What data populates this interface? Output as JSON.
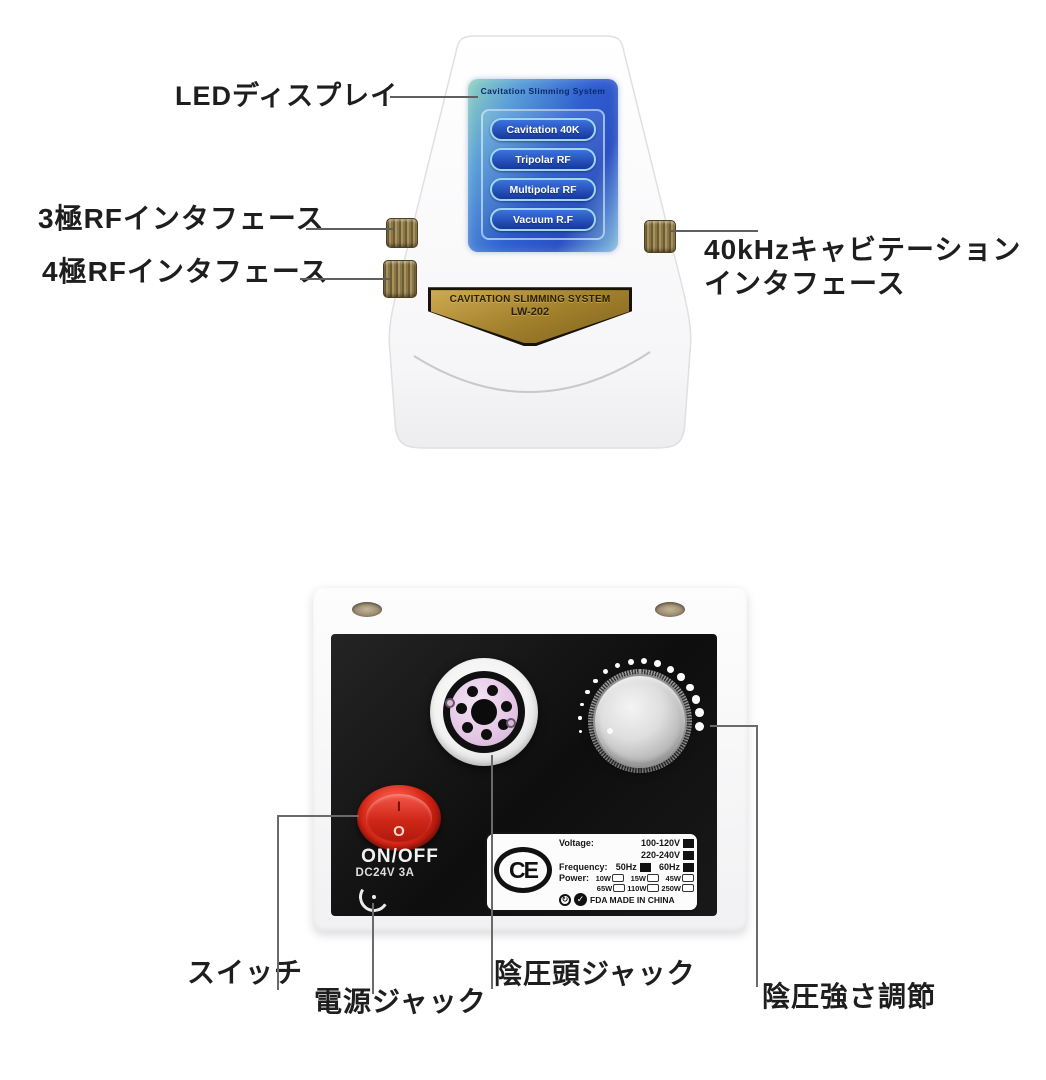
{
  "top_view": {
    "device": {
      "screen_header": "Cavitation Slimming System",
      "buttons": [
        "Cavitation 40K",
        "Tripolar RF",
        "Multipolar RF",
        "Vacuum R.F"
      ],
      "badge_title": "CAVITATION SLIMMING SYSTEM",
      "badge_model": "LW-202"
    },
    "annotations": {
      "led_display": "LEDディスプレイ",
      "rf3_interface": "3極RFインタフェース",
      "rf4_interface": "4極RFインタフェース",
      "cavitation_interface_line1": "40kHzキャビテーション",
      "cavitation_interface_line2": "インタフェース"
    }
  },
  "bottom_view": {
    "panel": {
      "switch_on": "I",
      "switch_off": "O",
      "switch_label": "ON/OFF",
      "power_rating": "DC24V 3A"
    },
    "rating_plate": {
      "ce_mark": "CE",
      "voltage_label": "Voltage:",
      "voltage_options": [
        "100-120V",
        "220-240V"
      ],
      "frequency_label": "Frequency:",
      "frequency_options": [
        "50Hz",
        "60Hz"
      ],
      "power_label": "Power:",
      "power_options": [
        "10W",
        "15W",
        "45W",
        "65W",
        "110W",
        "250W"
      ],
      "origin_text": "FDA MADE IN CHINA",
      "recycle_icon_glyph": "↻",
      "check_icon_glyph": "✓"
    },
    "annotations": {
      "switch": "スイッチ",
      "power_jack": "電源ジャック",
      "vacuum_head_jack": "陰圧頭ジャック",
      "vacuum_strength_knob": "陰圧強さ調節"
    }
  },
  "colors": {
    "background": "#ffffff",
    "annotation_text": "#1e1e1e",
    "leader_line": "#5f5f5f",
    "screen_blue": "#2f5fd0",
    "screen_teal": "#8fd2bf",
    "button_blue": "#1c46b8",
    "badge_gold": "#a07f2b",
    "panel_black": "#141414",
    "switch_red": "#d42415",
    "knob_silver": "#c9c9c9",
    "port_pink": "#e3c6e4"
  }
}
